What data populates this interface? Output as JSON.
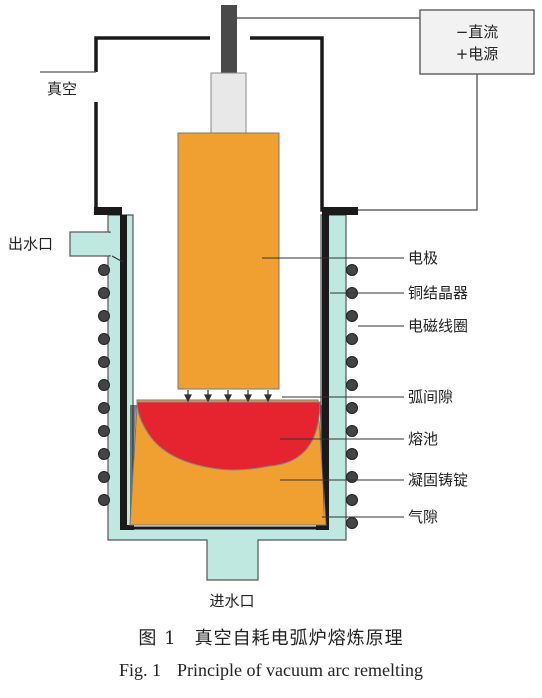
{
  "power_supply": {
    "line1": "−直流",
    "line2": "+电源"
  },
  "labels": {
    "vacuum": "真空",
    "water_out": "出水口",
    "water_in": "进水口",
    "electrode": "电极",
    "copper_crucible": "铜结晶器",
    "coil": "电磁线圈",
    "arc_gap": "弧间隙",
    "melt_pool": "熔池",
    "ingot": "凝固铸锭",
    "air_gap": "气隙"
  },
  "caption": {
    "cn_number": "图 1",
    "cn_text": "真空自耗电弧炉熔炼原理",
    "en_number": "Fig. 1",
    "en_text": "Principle of vacuum arc remelting"
  },
  "colors": {
    "electrode": "#f0a030",
    "ingot": "#f0a030",
    "melt_pool": "#e52430",
    "crucible_water": "#bfe8e0",
    "wall": "#1a1a1a",
    "stem_dark": "#4a4a4a",
    "stem_light": "#e8e8e8",
    "supply_box": "#f2f2f2"
  }
}
